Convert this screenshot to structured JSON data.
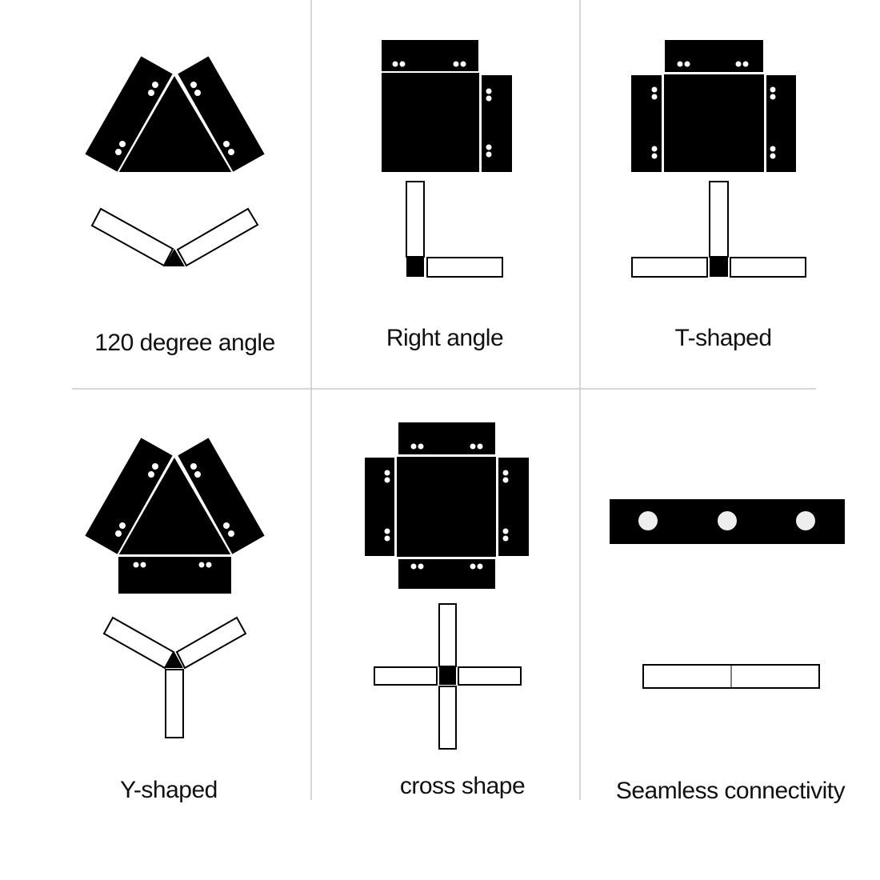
{
  "labels": {
    "p1": "120 degree angle",
    "p2": "Right angle",
    "p3": "T-shaped",
    "p4": "Y-shaped",
    "p5": "cross shape",
    "p6": "Seamless connectivity"
  }
}
